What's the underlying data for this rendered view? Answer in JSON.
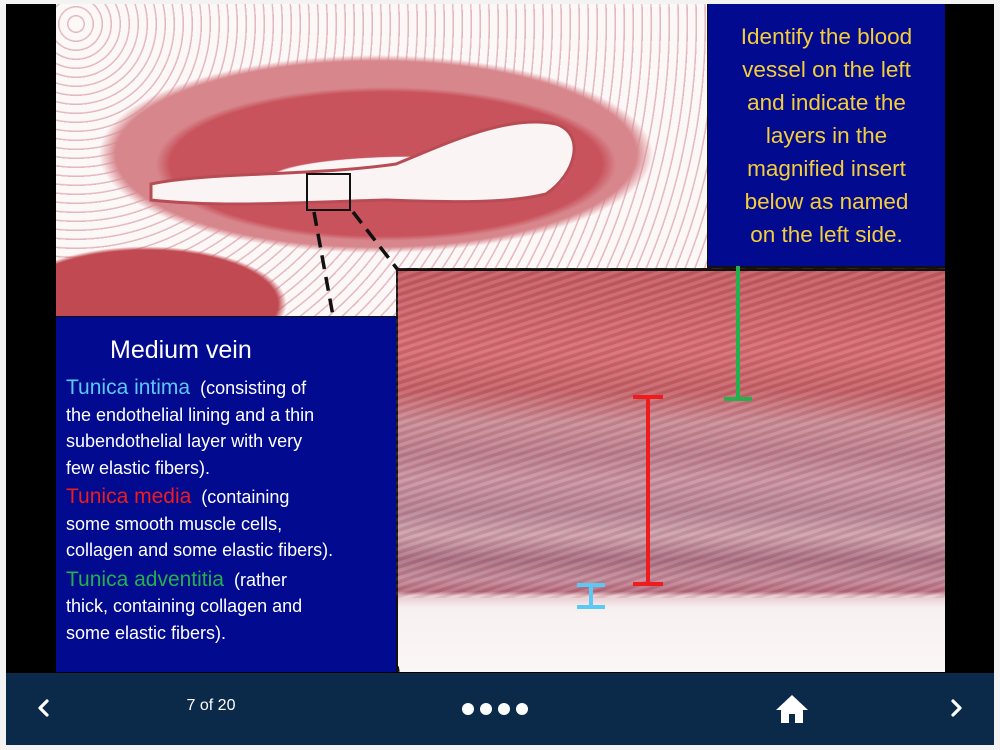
{
  "slide": {
    "instruction_lines": [
      "Identify the blood",
      "vessel on the left",
      "and indicate the",
      "layers in the",
      "magnified insert",
      "below as named",
      "on the left side."
    ],
    "legend": {
      "title": "Medium vein",
      "entries": [
        {
          "name": "Tunica intima",
          "color": "#5bc8f5",
          "lines": [
            "(consisting of",
            "the endothelial lining and a thin",
            "subendothelial layer with very",
            "few elastic fibers)."
          ]
        },
        {
          "name": "Tunica media",
          "color": "#ee1c1c",
          "lines": [
            "(containing",
            "some smooth muscle cells,",
            "collagen and some elastic fibers)."
          ]
        },
        {
          "name": "Tunica adventitia",
          "color": "#22b14c",
          "lines": [
            "(rather",
            "thick, containing collagen and",
            "some elastic fibers)."
          ]
        }
      ]
    },
    "colors": {
      "panel_background": "#020a8f",
      "instruction_text": "#f4ce3a"
    }
  },
  "nav": {
    "page_indicator": "7 of 20",
    "prev_icon": "chevron-left-icon",
    "next_icon": "chevron-right-icon",
    "home_icon": "home-icon",
    "dot_count": 4,
    "bar_color": "#0b2a4a"
  }
}
